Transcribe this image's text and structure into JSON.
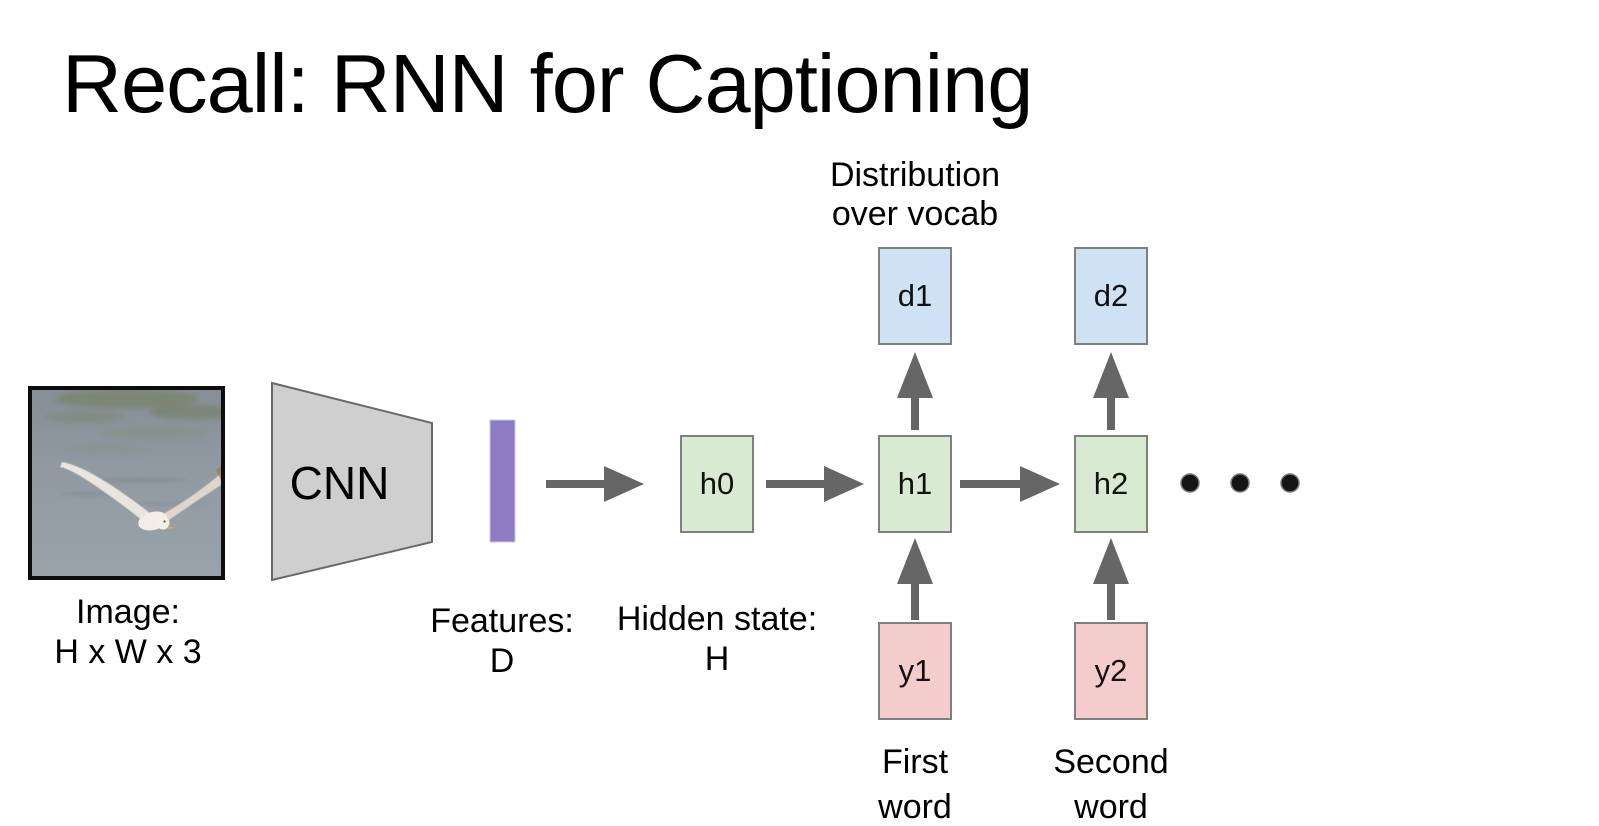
{
  "slide": {
    "title": "Recall: RNN for Captioning"
  },
  "input": {
    "caption_line1": "Image:",
    "caption_line2": "H x W x 3"
  },
  "cnn": {
    "label": "CNN"
  },
  "features": {
    "line1": "Features:",
    "line2": "D"
  },
  "hidden": {
    "line1": "Hidden state:",
    "line2": "H"
  },
  "distribution": {
    "line1": "Distribution",
    "line2": "over vocab"
  },
  "nodes": {
    "h0": "h0",
    "h1": "h1",
    "h2": "h2",
    "d1": "d1",
    "d2": "d2",
    "y1": "y1",
    "y2": "y2"
  },
  "words": {
    "first_line1": "First",
    "first_line2": "word",
    "second_line1": "Second",
    "second_line2": "word"
  },
  "icons": {
    "ellipsis": "ellipsis-dots",
    "photo": "seagull-flying-over-water"
  },
  "colors": {
    "hidden_state_green": "#d9ead3",
    "distribution_blue": "#cfe2f3",
    "word_pink": "#f4cccc",
    "features_purple": "#8e7cc3",
    "cnn_gray": "#cfcfcf",
    "arrow_gray": "#666666",
    "box_border_gray": "#7f7f7f"
  }
}
